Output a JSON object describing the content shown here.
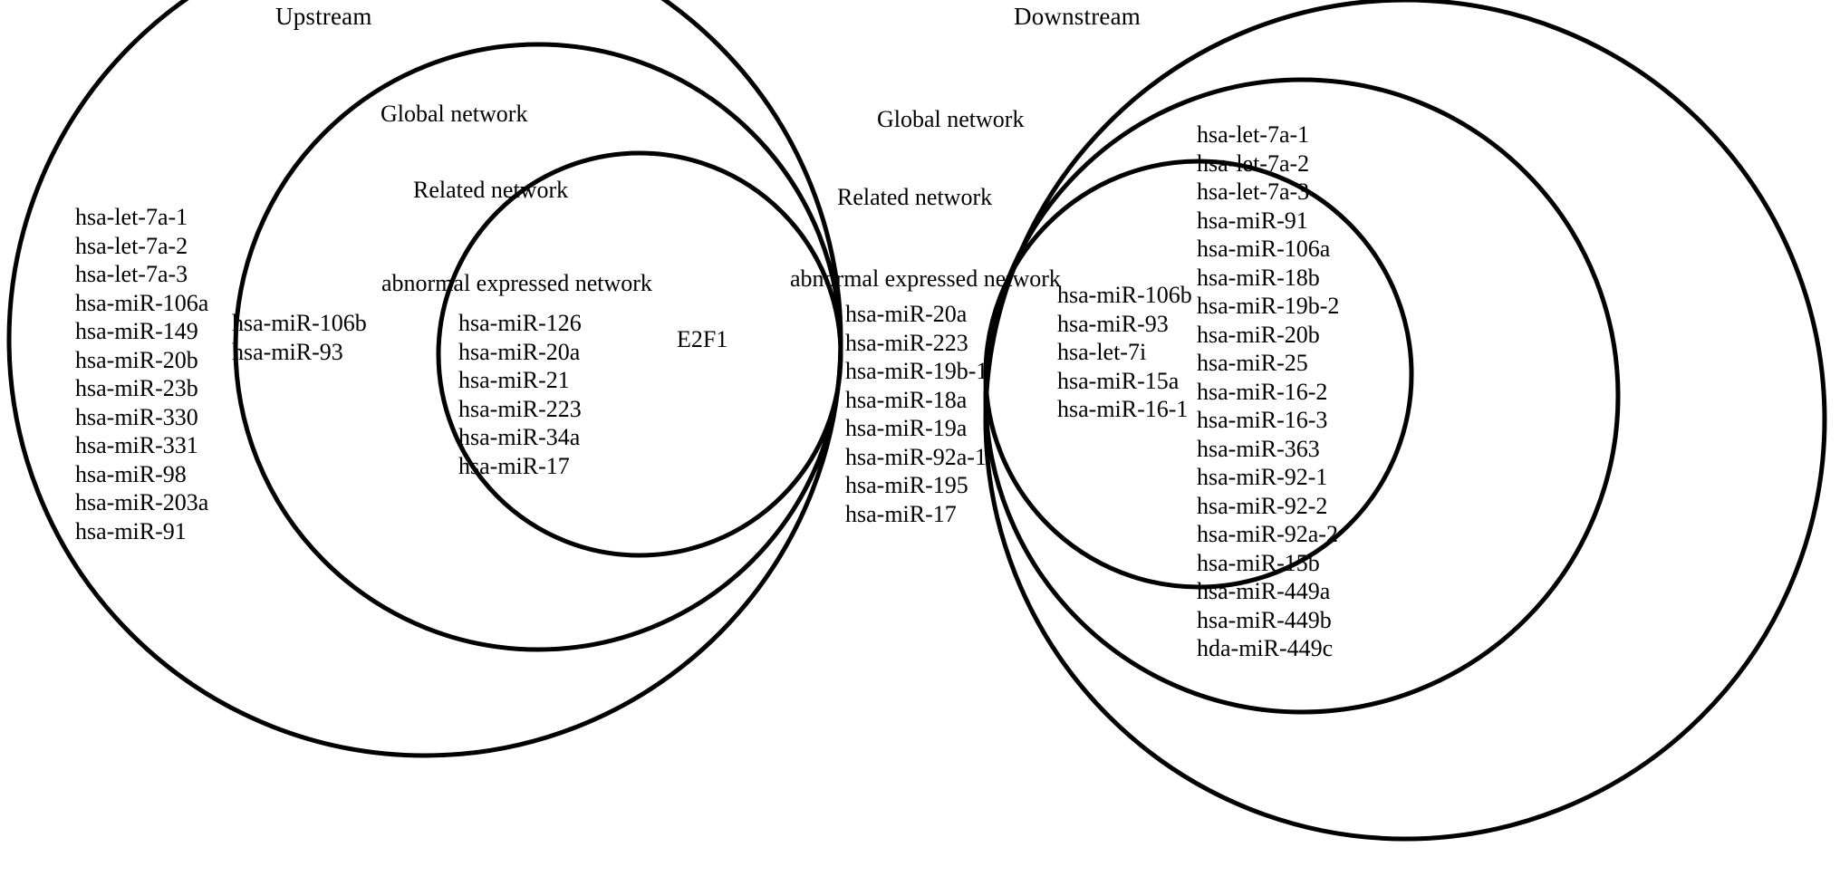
{
  "figure": {
    "center_node": "E2F1",
    "sections": [
      {
        "id": "upstream",
        "title": "Upstream",
        "rings": [
          {
            "id": "upstream-global",
            "label": "Global   network",
            "items": [
              "hsa-miR-106b",
              "hsa-miR-93"
            ]
          },
          {
            "id": "upstream-related",
            "label": "Related network",
            "items": []
          },
          {
            "id": "upstream-abnormal",
            "label": "abnormal expressed  network",
            "items": [
              "hsa-miR-126",
              "hsa-miR-20a",
              "hsa-miR-21",
              "hsa-miR-223",
              "hsa-miR-34a",
              "hsa-miR-17"
            ]
          }
        ],
        "outer_items": [
          "hsa-let-7a-1",
          "hsa-let-7a-2",
          "hsa-let-7a-3",
          "hsa-miR-106a",
          "hsa-miR-149",
          "hsa-miR-20b",
          "hsa-miR-23b",
          "hsa-miR-330",
          "hsa-miR-331",
          "hsa-miR-98",
          "hsa-miR-203a",
          "hsa-miR-91"
        ]
      },
      {
        "id": "downstream",
        "title": "Downstream",
        "rings": [
          {
            "id": "downstream-global",
            "label": "Global  network",
            "items": [
              "hsa-miR-106b",
              "hsa-miR-93",
              "hsa-let-7i",
              "hsa-miR-15a",
              "hsa-miR-16-1"
            ]
          },
          {
            "id": "downstream-related",
            "label": "Related network",
            "items": []
          },
          {
            "id": "downstream-abnormal",
            "label": "abnormal expressed network",
            "items": [
              "hsa-miR-20a",
              "hsa-miR-223",
              "hsa-miR-19b-1",
              "hsa-miR-18a",
              "hsa-miR-19a",
              "hsa-miR-92a-1",
              "hsa-miR-195",
              "hsa-miR-17"
            ]
          }
        ],
        "outer_items": [
          "hsa-let-7a-1",
          "hsa-let-7a-2",
          "hsa-let-7a-3",
          "hsa-miR-91",
          "hsa-miR-106a",
          "hsa-miR-18b",
          "hsa-miR-19b-2",
          "hsa-miR-20b",
          "hsa-miR-25",
          "hsa-miR-16-2",
          "hsa-miR-16-3",
          "hsa-miR-363",
          "hsa-miR-92-1",
          "hsa-miR-92-2",
          "hsa-miR-92a-2",
          "hsa-miR-15b",
          "hsa-miR-449a",
          "hsa-miR-449b",
          "hda-miR-449c"
        ]
      }
    ],
    "colors": {
      "stroke": "#000000",
      "background": "#ffffff",
      "text": "#000000"
    }
  }
}
